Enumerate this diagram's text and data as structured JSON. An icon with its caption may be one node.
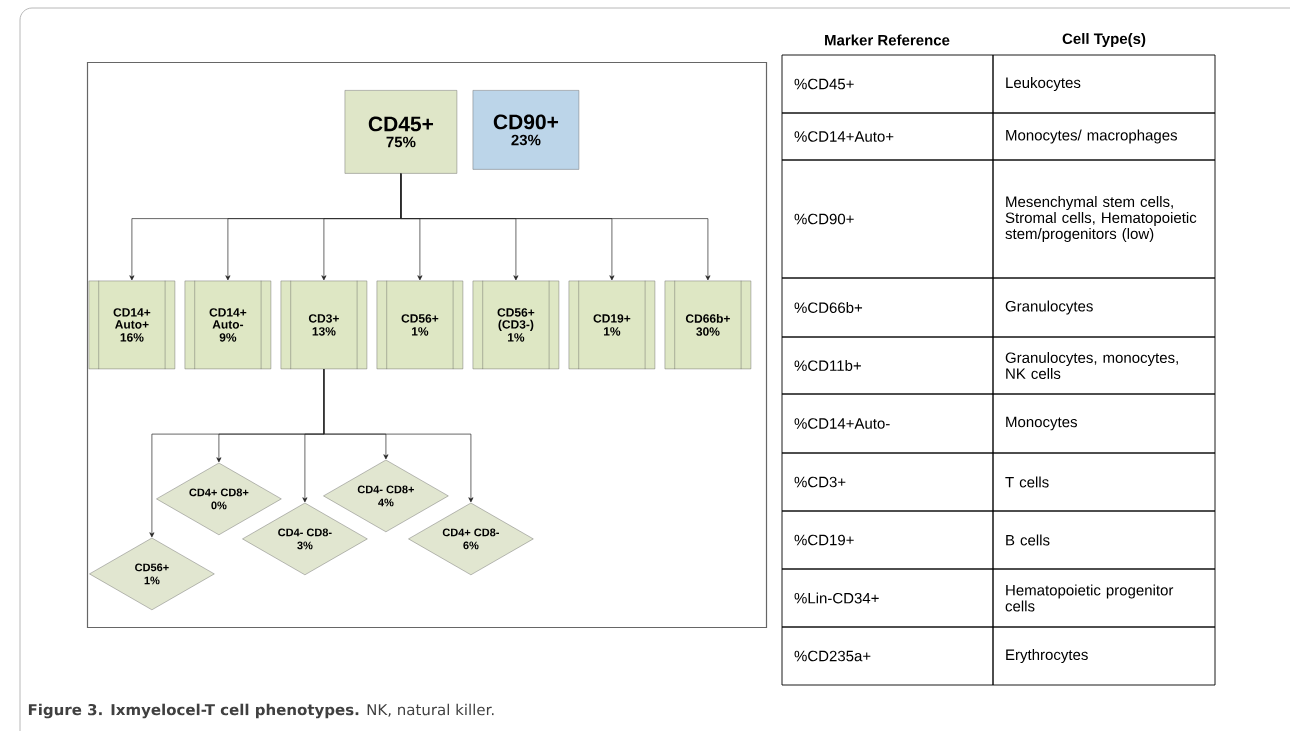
{
  "diagram": {
    "caption": "**Figure 3. Ixmyelocel-T cell phenotypes.** NK, natural killer.",
    "nodes": [
      {
        "text": [],
        "shape": "box"
      },
      {
        "text": [
          "CD45+",
          "75%"
        ],
        "in": 0
      },
      {
        "text": [
          "CD90+",
          "23%"
        ],
        "in": 0
      },
      {
        "text": [
          "CD14+ Auto+",
          "16%"
        ],
        "in": 0
      },
      {
        "text": [
          "CD14+ Auto-",
          "9%"
        ],
        "in": 0
      },
      {
        "text": [
          "CD3+",
          "13%"
        ],
        "in": 0
      },
      {
        "text": [
          "CD56+",
          "1%"
        ],
        "in": 0
      },
      {
        "text": [
          "CD56+ (CD3-)",
          "1%"
        ],
        "in": 0
      },
      {
        "text": [
          "CD19+",
          "1%"
        ],
        "in": 0
      },
      {
        "text": [
          "CD66b+",
          "30%"
        ],
        "in": 0
      },
      {
        "text": [
          "CD56+",
          "1%"
        ],
        "in": 0
      },
      {
        "text": [
          "CD4+ CD8+",
          "0%"
        ],
        "in": 0
      },
      {
        "text": [
          "CD4- CD8-",
          "3%"
        ],
        "in": 0
      },
      {
        "text": [
          "CD4- CD8+",
          "4%"
        ],
        "in": 0
      },
      {
        "text": [
          "CD4+ CD8-",
          "6%"
        ],
        "in": 0
      }
    ],
    "edges": [
      {
        "from": 1,
        "to": 3,
        "arrow": "to"
      },
      {
        "from": 1,
        "to": 4,
        "arrow": "to"
      },
      {
        "from": 1,
        "to": 5,
        "arrow": "to"
      },
      {
        "from": 1,
        "to": 6,
        "arrow": "to"
      },
      {
        "from": 1,
        "to": 7,
        "arrow": "to"
      },
      {
        "from": 1,
        "to": 8,
        "arrow": "to"
      },
      {
        "from": 1,
        "to": 9,
        "arrow": "to"
      },
      {
        "from": 5,
        "to": 10,
        "arrow": "to"
      },
      {
        "from": 5,
        "to": 11,
        "arrow": "to"
      },
      {
        "from": 5,
        "to": 12,
        "arrow": "to"
      },
      {
        "from": 5,
        "to": 13,
        "arrow": "to"
      },
      {
        "from": 5,
        "to": 14,
        "arrow": "to"
      }
    ],
    "labels": [
      "Marker Reference",
      "Cell Type(s)",
      "%CD45+",
      "Leukocytes",
      "%CD14+Auto+",
      "Monocytes/ macrophages",
      "%CD90+",
      "Mesenchymal stem cells, Stromal cells, Hematopoietic stem/progenitors (low)",
      "%CD66b+",
      "Granulocytes",
      "%CD11b+",
      "Granulocytes, monocytes, NK cells",
      "%CD14+Auto-",
      "Monocytes",
      "%CD3+",
      "T cells",
      "%CD19+",
      "B cells",
      "%Lin-CD34+",
      "Hematopoietic progenitor cells",
      "%CD235a+",
      "Erythrocytes"
    ]
  }
}
